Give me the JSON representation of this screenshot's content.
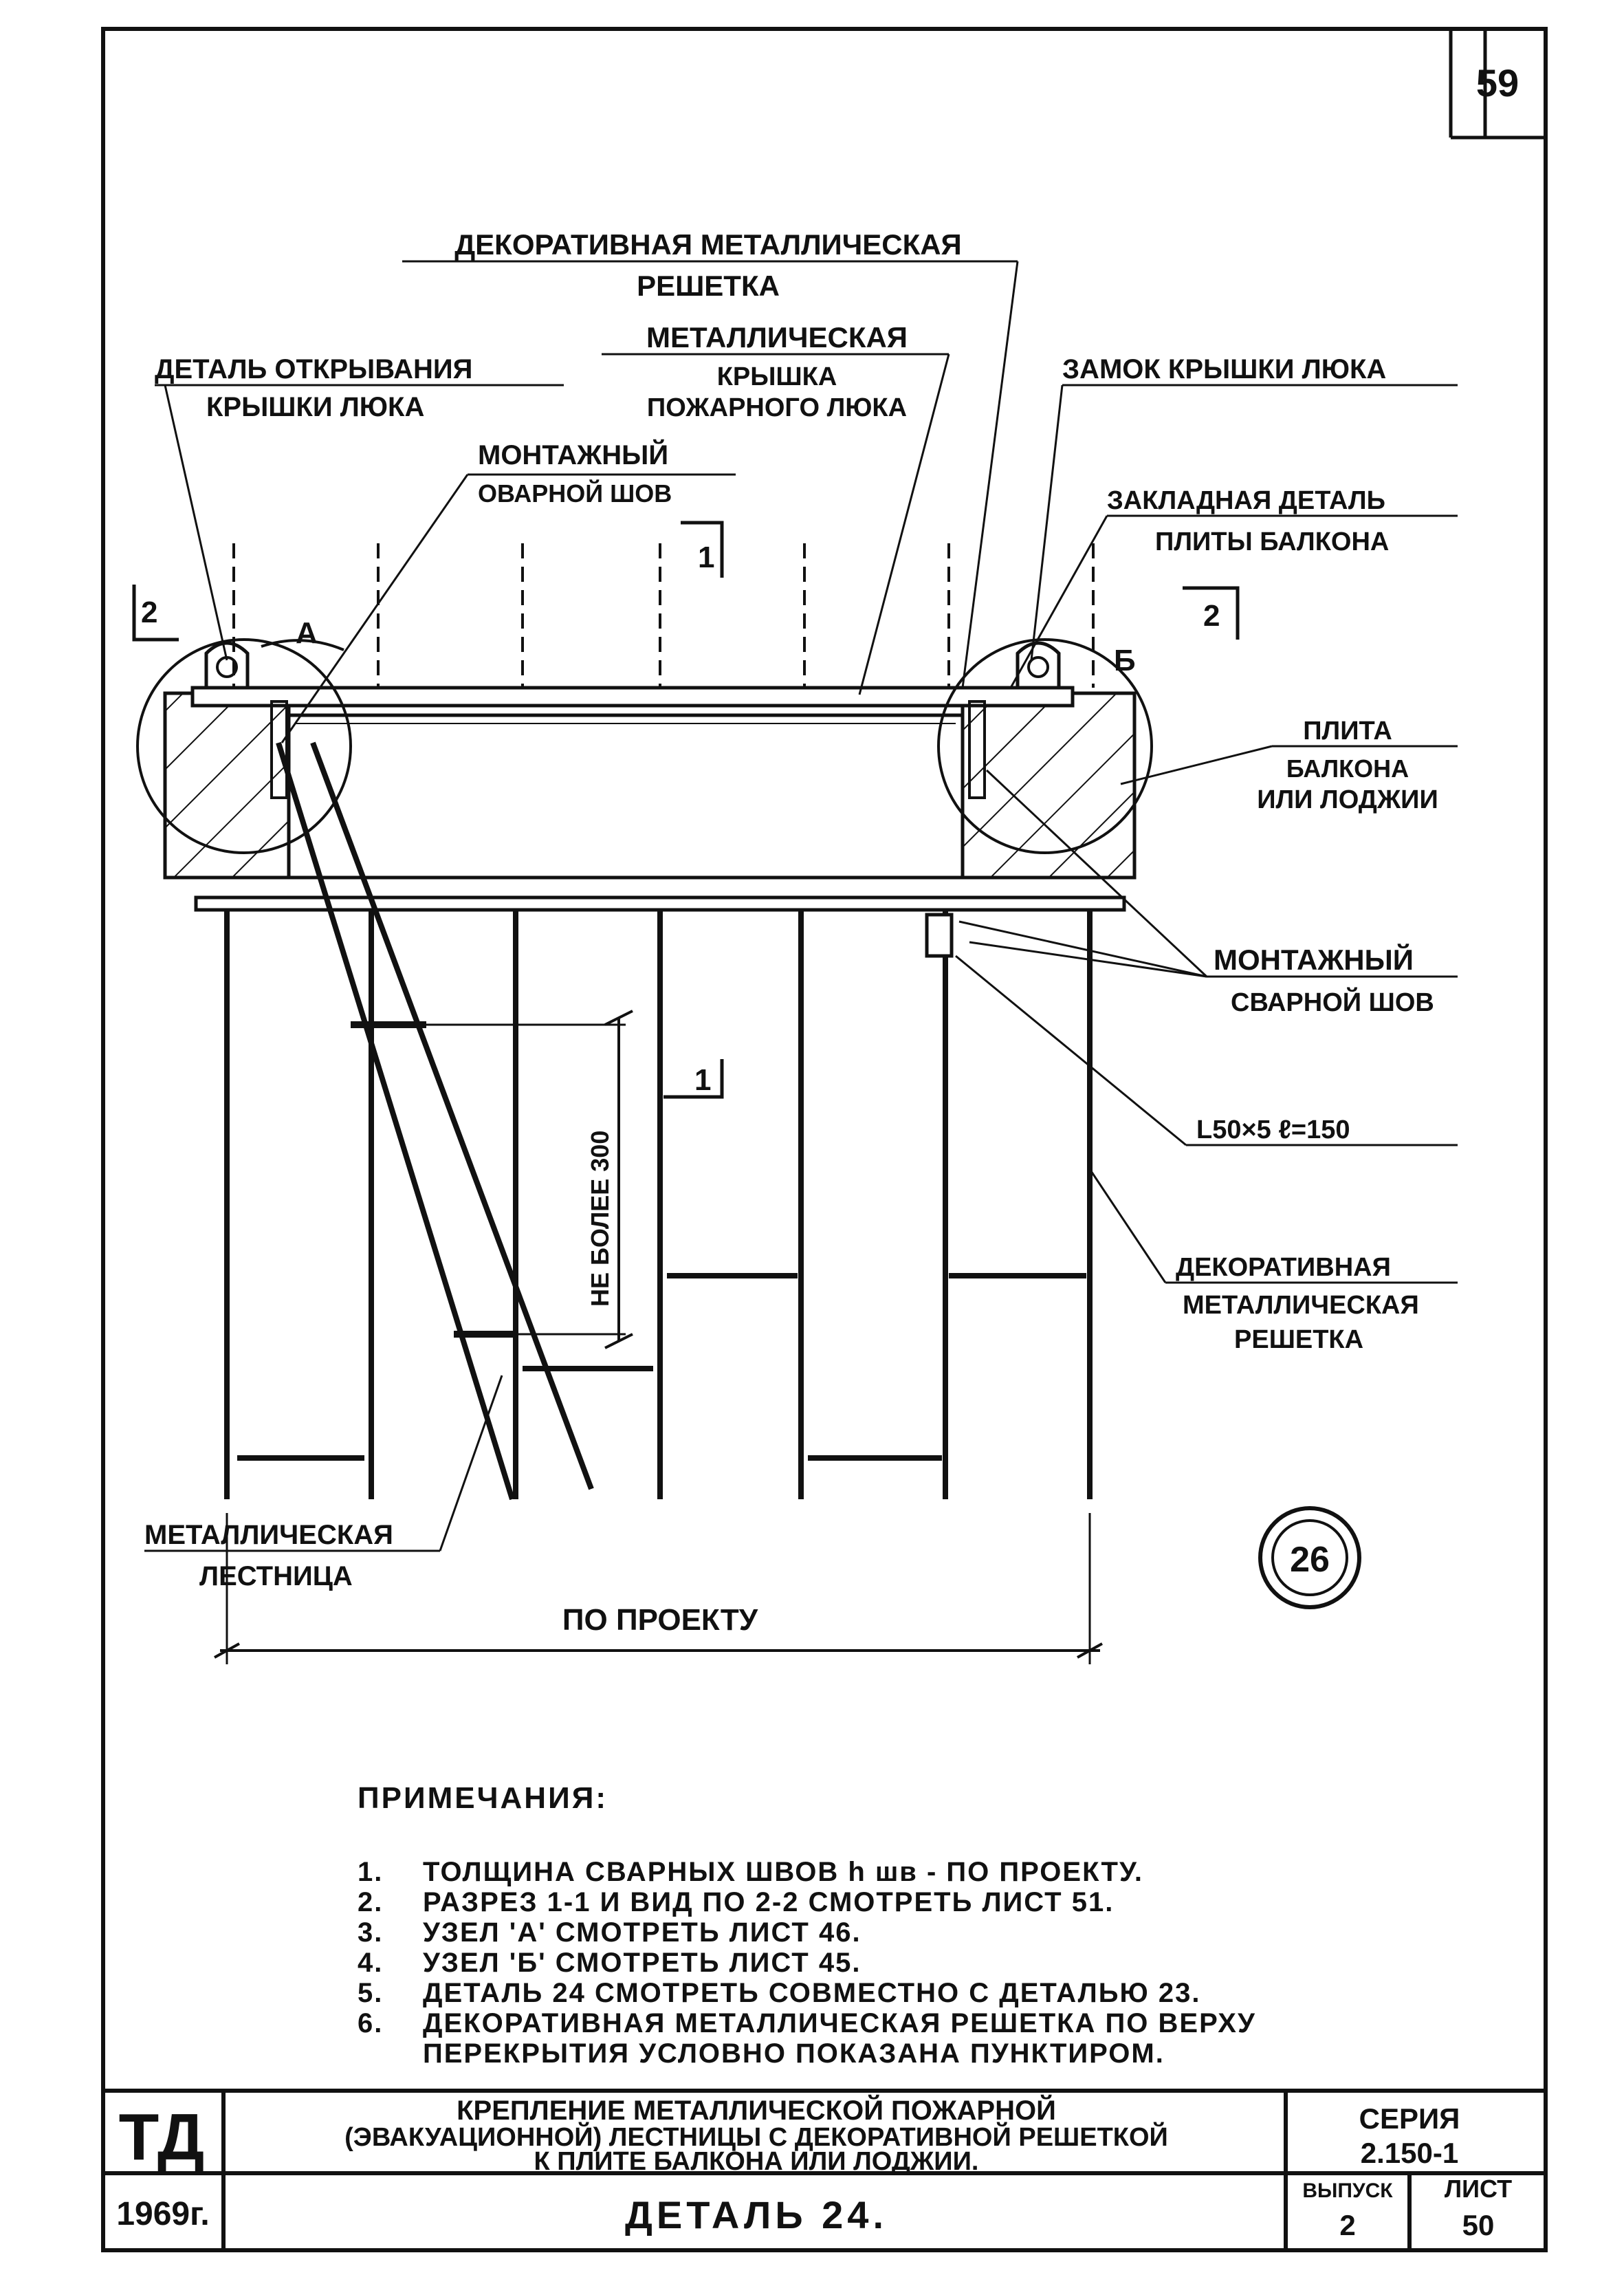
{
  "sheet": {
    "page_number": "59",
    "detail_mark": "26"
  },
  "labels": {
    "decorative_grille_top_1": "ДЕКОРАТИВНАЯ МЕТАЛЛИЧЕСКАЯ",
    "decorative_grille_top_2": "РЕШЕТКА",
    "hatch_cover_1": "МЕТАЛЛИЧЕСКАЯ",
    "hatch_cover_2": "КРЫШКА",
    "hatch_cover_3": "ПОЖАРНОГО ЛЮКА",
    "opening_detail_1": "ДЕТАЛЬ ОТКРЫВАНИЯ",
    "opening_detail_2": "КРЫШКИ ЛЮКА",
    "cover_lock": "ЗАМОК КРЫШКИ ЛЮКА",
    "weld_top_1": "МОНТАЖНЫЙ",
    "weld_top_2": "ОВАРНОЙ ШОВ",
    "embedded_1": "ЗАКЛАДНАЯ ДЕТАЛЬ",
    "embedded_2": "ПЛИТЫ БАЛКОНА",
    "slab_1": "ПЛИТА",
    "slab_2": "БАЛКОНА",
    "slab_3": "ИЛИ ЛОДЖИИ",
    "weld_right_1": "МОНТАЖНЫЙ",
    "weld_right_2": "СВАРНОЙ ШОВ",
    "angle_profile": "L50×5 ℓ=150",
    "decorative_grille_side_1": "ДЕКОРАТИВНАЯ",
    "decorative_grille_side_2": "МЕТАЛЛИЧЕСКАЯ",
    "decorative_grille_side_3": "РЕШЕТКА",
    "ladder_1": "МЕТАЛЛИЧЕСКАЯ",
    "ladder_2": "ЛЕСТНИЦА",
    "dimension_span": "ПО ПРОЕКТУ",
    "dimension_pitch": "НЕ БОЛЕЕ 300",
    "section_1": "1",
    "section_2": "2",
    "node_a": "А",
    "node_b": "Б"
  },
  "notes": {
    "title": "ПРИМЕЧАНИЯ:",
    "items": [
      {
        "num": "1.",
        "text": "ТОЛЩИНА СВАРНЫХ ШВОВ h шв - ПО ПРОЕКТУ."
      },
      {
        "num": "2.",
        "text": "РАЗРЕЗ 1-1 И ВИД ПО 2-2 СМОТРЕТЬ ЛИСТ 51."
      },
      {
        "num": "3.",
        "text": "УЗЕЛ 'А' СМОТРЕТЬ ЛИСТ 46."
      },
      {
        "num": "4.",
        "text": "УЗЕЛ 'Б' СМОТРЕТЬ ЛИСТ 45."
      },
      {
        "num": "5.",
        "text": "ДЕТАЛЬ 24 СМОТРЕТЬ СОВМЕСТНО С ДЕТАЛЬЮ 23."
      },
      {
        "num": "6.",
        "text": "ДЕКОРАТИВНАЯ МЕТАЛЛИЧЕСКАЯ РЕШЕТКА ПО ВЕРХУ\nПЕРЕКРЫТИЯ УСЛОВНО ПОКАЗАНА ПУНКТИРОМ."
      }
    ]
  },
  "title_block": {
    "logo": "ТД",
    "title_line1": "КРЕПЛЕНИЕ МЕТАЛЛИЧЕСКОЙ ПОЖАРНОЙ",
    "title_line2": "(ЭВАКУАЦИОННОЙ) ЛЕСТНИЦЫ С ДЕКОРАТИВНОЙ РЕШЕТКОЙ",
    "title_line3": "К ПЛИТЕ БАЛКОНА ИЛИ ЛОДЖИИ.",
    "series_label": "СЕРИЯ",
    "series_value": "2.150-1",
    "year": "1969г.",
    "detail_name": "ДЕТАЛЬ 24.",
    "issue_label": "ВЫПУСК",
    "issue_value": "2",
    "sheet_label": "ЛИСТ",
    "sheet_value": "50"
  }
}
